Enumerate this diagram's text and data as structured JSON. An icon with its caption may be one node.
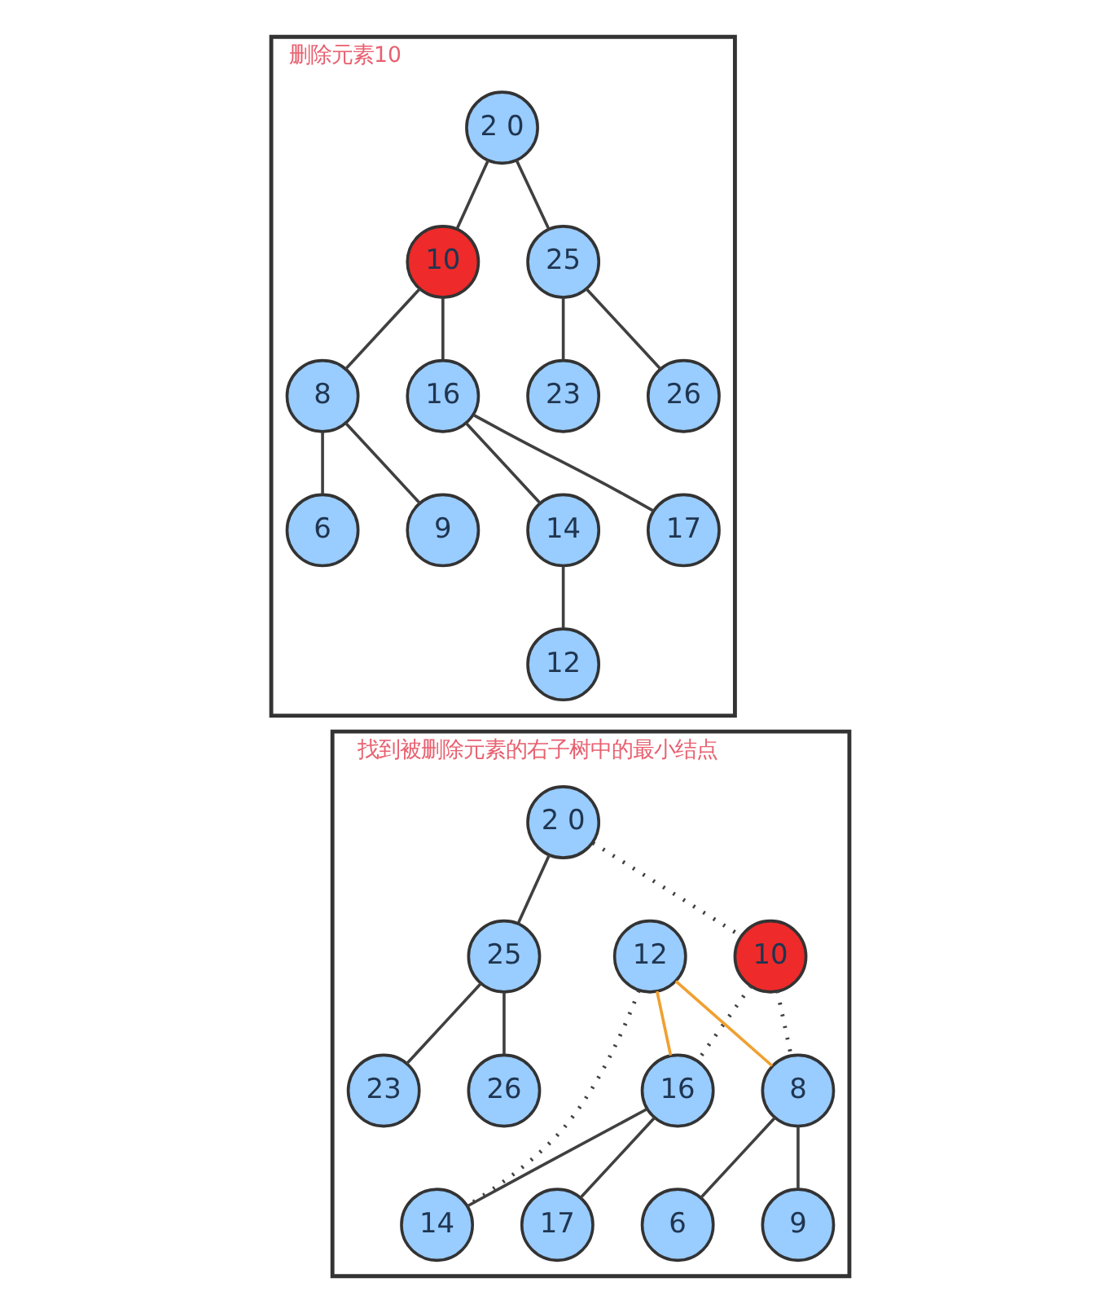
{
  "diagram": {
    "nodes": [
      {
        "text": [
          "删除元素10"
        ]
      },
      {
        "text": [
          "2 0"
        ],
        "in": 0
      },
      {
        "text": [
          "10"
        ],
        "in": 0
      },
      {
        "text": [
          "25"
        ],
        "in": 0
      },
      {
        "text": [
          "8"
        ],
        "in": 0
      },
      {
        "text": [
          "16"
        ],
        "in": 0
      },
      {
        "text": [
          "23"
        ],
        "in": 0
      },
      {
        "text": [
          "26"
        ],
        "in": 0
      },
      {
        "text": [
          "6"
        ],
        "in": 0
      },
      {
        "text": [
          "9"
        ],
        "in": 0
      },
      {
        "text": [
          "14"
        ],
        "in": 0
      },
      {
        "text": [
          "17"
        ],
        "in": 0
      },
      {
        "text": [
          "12"
        ],
        "in": 0
      },
      {
        "text": [
          "找到被删除元素的右子树中的最小结点"
        ]
      },
      {
        "text": [
          "2 0"
        ],
        "in": 13
      },
      {
        "text": [
          "10"
        ],
        "in": 13
      },
      {
        "text": [
          "25"
        ],
        "in": 13
      },
      {
        "text": [
          "12"
        ],
        "in": 13
      },
      {
        "text": [
          "8"
        ],
        "in": 13
      },
      {
        "text": [
          "16"
        ],
        "in": 13
      },
      {
        "text": [
          "23"
        ],
        "in": 13
      },
      {
        "text": [
          "26"
        ],
        "in": 13
      },
      {
        "text": [
          "6"
        ],
        "in": 13
      },
      {
        "text": [
          "9"
        ],
        "in": 13
      },
      {
        "text": [
          "14"
        ],
        "in": 13
      },
      {
        "text": [
          "17"
        ],
        "in": 13
      }
    ],
    "edges": [
      {
        "from": 1,
        "to": 2,
        "arrow": "none"
      },
      {
        "from": 1,
        "to": 3,
        "arrow": "none"
      },
      {
        "from": 2,
        "to": 4,
        "arrow": "none"
      },
      {
        "from": 2,
        "to": 5,
        "arrow": "none"
      },
      {
        "from": 3,
        "to": 6,
        "arrow": "none"
      },
      {
        "from": 3,
        "to": 7,
        "arrow": "none"
      },
      {
        "from": 4,
        "to": 8,
        "arrow": "none"
      },
      {
        "from": 4,
        "to": 9,
        "arrow": "none"
      },
      {
        "from": 5,
        "to": 10,
        "arrow": "none"
      },
      {
        "from": 5,
        "to": 11,
        "arrow": "none"
      },
      {
        "from": 10,
        "to": 12,
        "arrow": "none"
      },
      {
        "from": 14,
        "to": 15,
        "arrow": "none",
        "style": "dashed"
      },
      {
        "from": 14,
        "to": 16,
        "arrow": "none"
      },
      {
        "from": 15,
        "to": 18,
        "arrow": "none",
        "style": "dashed"
      },
      {
        "from": 15,
        "to": 19,
        "arrow": "none",
        "style": "dashed"
      },
      {
        "from": 17,
        "to": 18,
        "arrow": "none",
        "color": "#f0a030"
      },
      {
        "from": 17,
        "to": 19,
        "arrow": "none",
        "color": "#f0a030"
      },
      {
        "from": 17,
        "to": 24,
        "arrow": "none",
        "style": "dashed"
      },
      {
        "from": 16,
        "to": 20,
        "arrow": "none"
      },
      {
        "from": 16,
        "to": 21,
        "arrow": "none"
      },
      {
        "from": 18,
        "to": 22,
        "arrow": "none"
      },
      {
        "from": 18,
        "to": 23,
        "arrow": "none"
      },
      {
        "from": 19,
        "to": 24,
        "arrow": "none"
      },
      {
        "from": 19,
        "to": 25,
        "arrow": "none"
      }
    ]
  }
}
